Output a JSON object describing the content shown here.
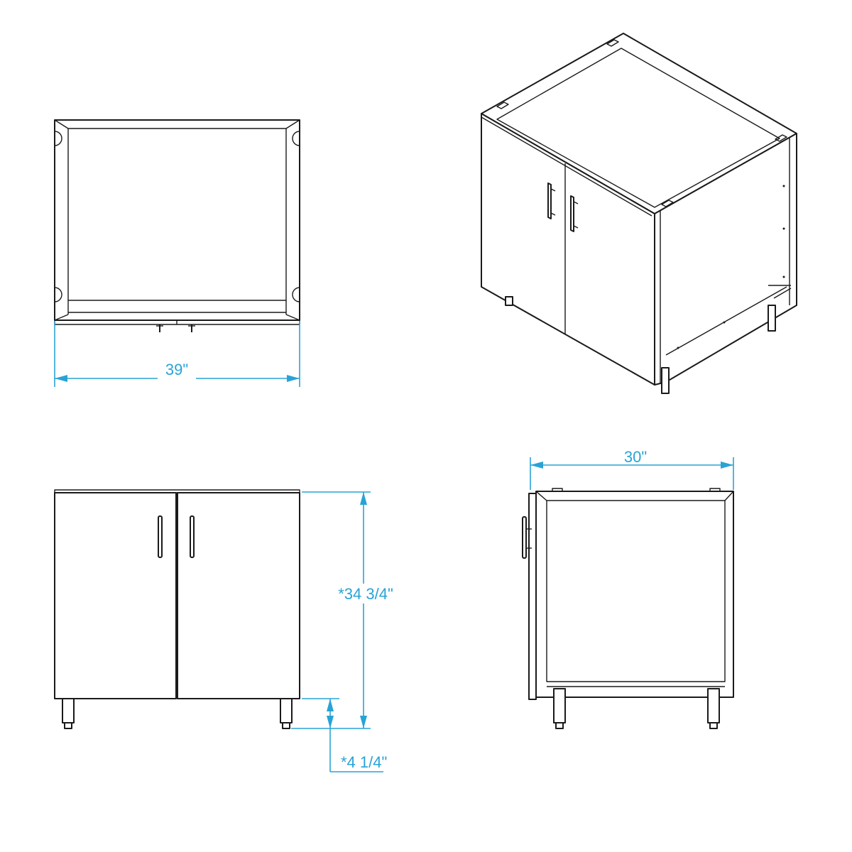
{
  "dimensions": {
    "width": "39\"",
    "depth": "30\"",
    "height": "*34 3/4\"",
    "leg_height": "*4 1/4\""
  },
  "colors": {
    "dimension_line": "#29a3d6",
    "outline": "#1a1a1a",
    "background": "#ffffff"
  }
}
